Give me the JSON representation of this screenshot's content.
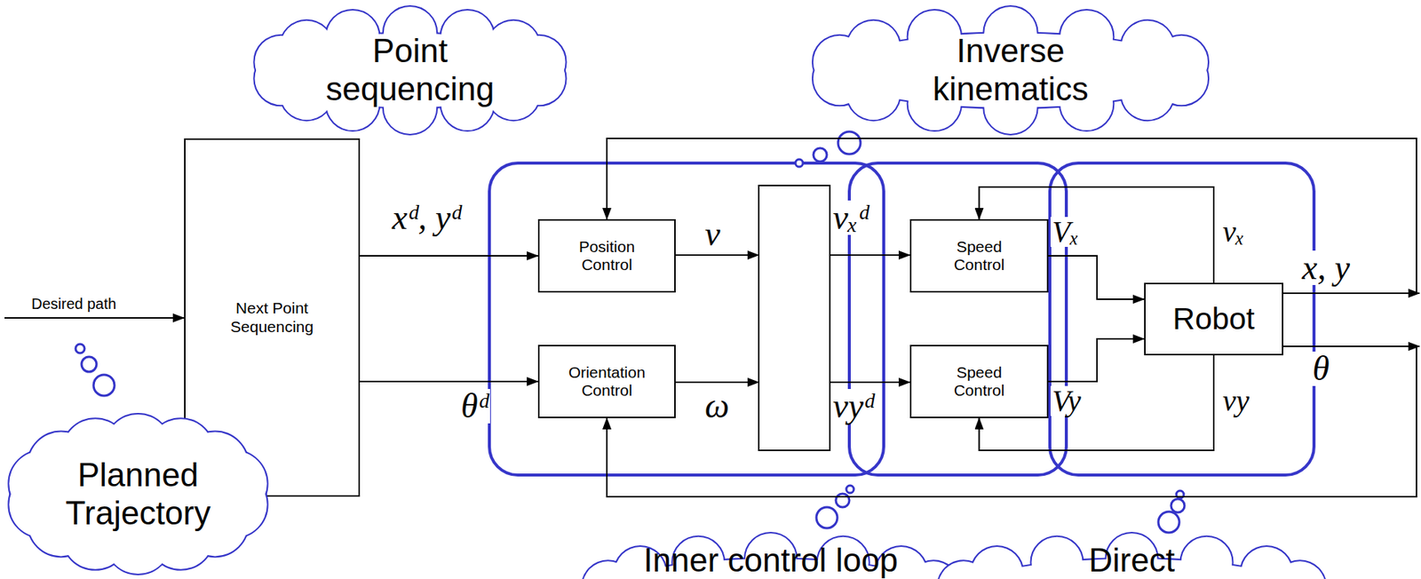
{
  "diagram": {
    "nodes": [
      {
        "text": [
          "Point sequencing"
        ]
      },
      {
        "text": [
          "Inverse kinematics"
        ]
      },
      {
        "text": [
          "Next Point Sequencing"
        ]
      },
      {
        "text": [
          "Position Control"
        ]
      },
      {
        "text": [
          "Orientation Control"
        ]
      },
      {
        "text": [
          "Speed Control"
        ]
      },
      {
        "text": [
          "Speed Control"
        ]
      },
      {
        "text": [
          "Robot"
        ]
      },
      {
        "text": [
          "Planned Trajectory"
        ]
      },
      {
        "text": [
          "Inner control loop"
        ]
      },
      {
        "text": [
          "Direct"
        ]
      }
    ],
    "edges": [
      {
        "from": 2,
        "to": 3,
        "arrow": "to",
        "label": "xᵈ, yᵈ"
      },
      {
        "from": 2,
        "to": 4,
        "arrow": "to",
        "label": "θᵈ"
      },
      {
        "from": 5,
        "to": 7,
        "arrow": "to",
        "label": "Vₓ"
      },
      {
        "from": 6,
        "to": 7,
        "arrow": "to",
        "label": "Vy"
      },
      {
        "from": 7,
        "to": 5,
        "arrow": "to",
        "label": "vₓ"
      },
      {
        "from": 7,
        "to": 6,
        "arrow": "to",
        "label": "vy"
      },
      {
        "from": 7,
        "to": 3,
        "arrow": "to"
      },
      {
        "from": 7,
        "to": 4,
        "arrow": "to"
      }
    ],
    "labels": [
      "Desired path",
      "v",
      "ω",
      "vₓᵈ",
      "vyᵈ",
      "x, y",
      "θ"
    ]
  }
}
